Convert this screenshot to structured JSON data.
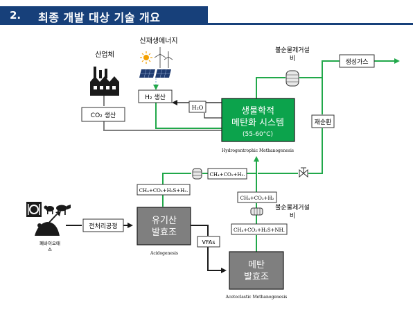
{
  "header": {
    "number": "2.",
    "title": "최종 개발 대상 기술 개요"
  },
  "labels": {
    "industry": "산업체",
    "renewable": "신재생에너지",
    "h2_prod": "H₂ 생산",
    "co2_prod": "CO₂ 생산",
    "h2o": "H₂O",
    "bio_main_1": "생물학적",
    "bio_main_2": "메탄화 시스템",
    "bio_temp": "(55-60°C)",
    "hydro_caption": "Hydrogentrophic Methanogenesis",
    "impurity_top_1": "불순물제거설",
    "impurity_top_2": "비",
    "product_gas": "생성가스",
    "recirc": "재순환",
    "gas_mid": "CH₄+CO₂+H₂.",
    "gas_left": "CH₄+CO₂+H₂S+H₂.",
    "gas_right": "CH₄+CO₂+H₂",
    "impurity_mid_1": "불순물제거설",
    "impurity_mid_2": "비",
    "gas_lower": "CH₄+CO₂+H₂S+NH.",
    "pretreat": "전처리공정",
    "waste_1": "폐바이오매",
    "waste_2": "스",
    "acid_1": "유기산",
    "acid_2": "발효조",
    "acid_caption": "Acidogenesis",
    "vfas": "VFAs",
    "meth_1": "메탄",
    "meth_2": "발효조",
    "meth_caption": "Acetoclastic Methanogenesis"
  },
  "colors": {
    "header_band": "#17407a",
    "flow_green": "#21a84a",
    "box_green": "#0ca34c",
    "box_gray": "#7f7f7f",
    "line_dark": "#1a1a1a"
  },
  "icons": [
    "factory-icon",
    "sun-icon",
    "wind-turbine-icon",
    "solar-panel-icon",
    "gas-filter-icon",
    "valve-icon",
    "food-icon",
    "livestock-icon",
    "compost-shovel-icon"
  ]
}
